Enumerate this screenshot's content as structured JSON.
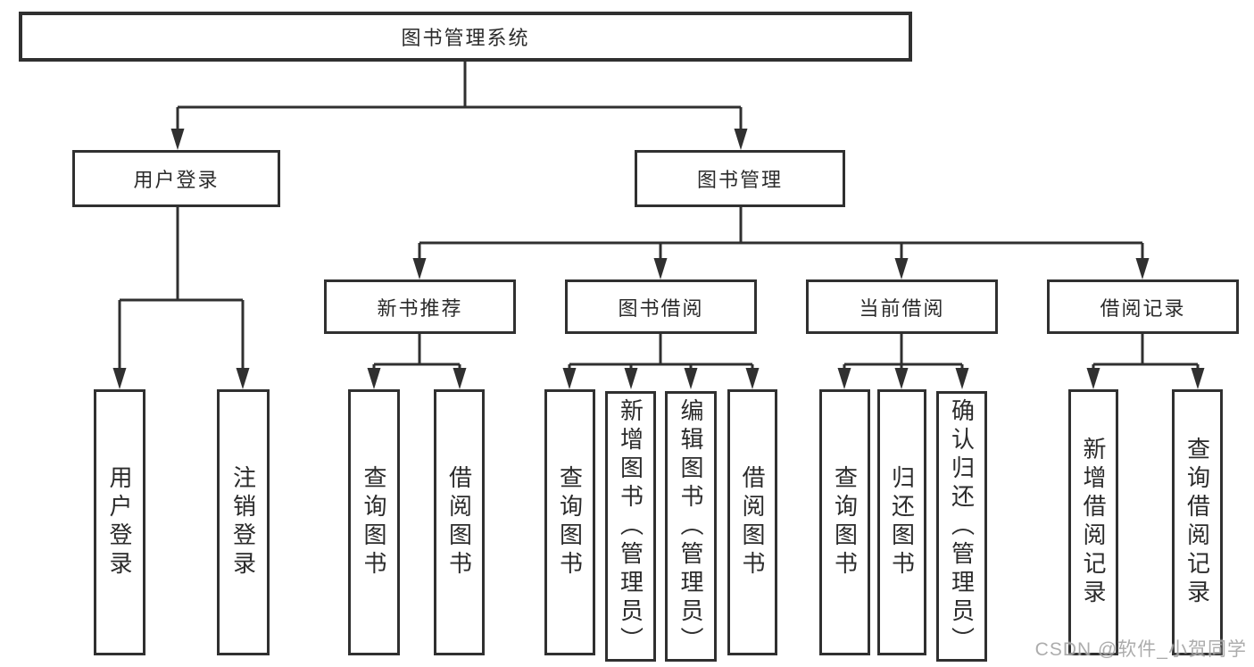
{
  "palette": {
    "line": "#303030",
    "text": "#2b2b2b",
    "box_background": "#ffffff",
    "watermark": "#a6a6a6"
  },
  "tree": {
    "root": {
      "label": "图书管理系统"
    },
    "branches": [
      {
        "label": "用户登录",
        "children": [
          {
            "label": "用户登录"
          },
          {
            "label": "注销登录"
          }
        ]
      },
      {
        "label": "图书管理",
        "children": [
          {
            "label": "新书推荐",
            "children": [
              {
                "label": "查询图书"
              },
              {
                "label": "借阅图书"
              }
            ]
          },
          {
            "label": "图书借阅",
            "children": [
              {
                "label": "查询图书"
              },
              {
                "label": "新增图书（管理员）"
              },
              {
                "label": "编辑图书（管理员）"
              },
              {
                "label": "借阅图书"
              }
            ]
          },
          {
            "label": "当前借阅",
            "children": [
              {
                "label": "查询图书"
              },
              {
                "label": "归还图书"
              },
              {
                "label": "确认归还（管理员）"
              }
            ]
          },
          {
            "label": "借阅记录",
            "children": [
              {
                "label": "新增借阅记录"
              },
              {
                "label": "查询借阅记录"
              }
            ]
          }
        ]
      }
    ]
  },
  "watermark": {
    "text": "CSDN @软件_小贺同学"
  }
}
